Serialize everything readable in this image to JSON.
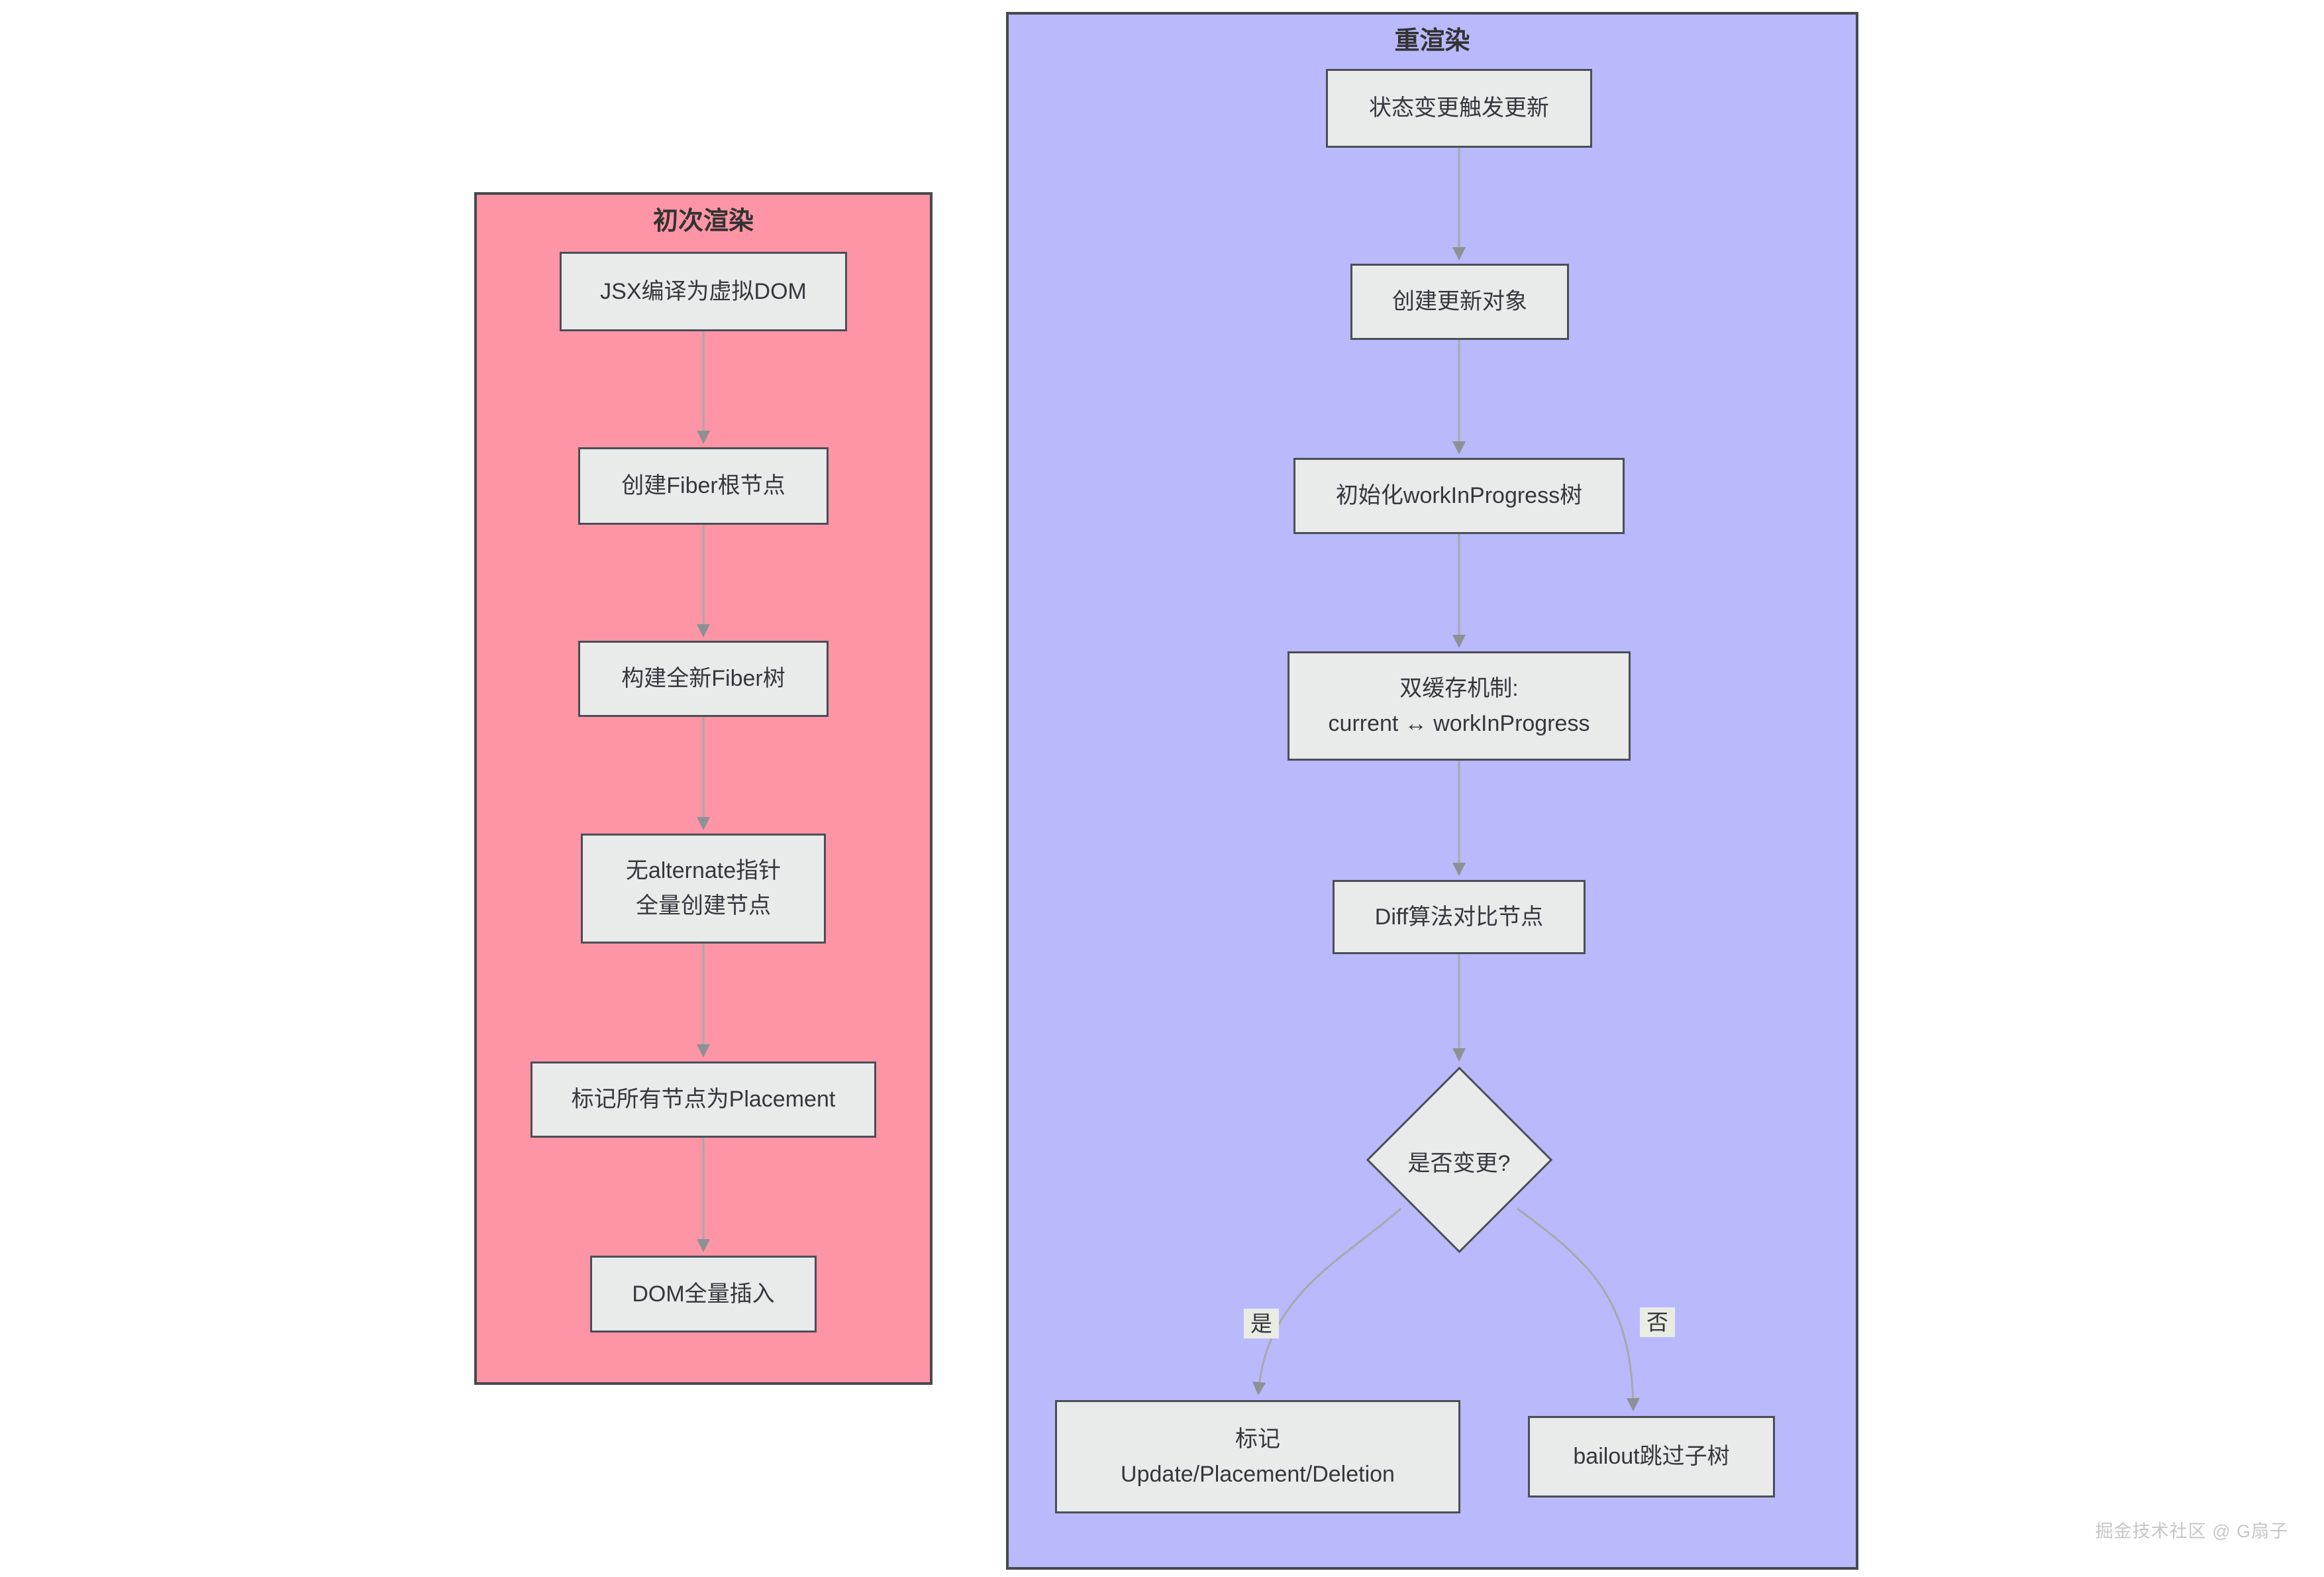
{
  "watermark": "掘金技术社区 @ G扇子",
  "initial_render": {
    "title": "初次渲染",
    "steps": [
      "JSX编译为虚拟DOM",
      "创建Fiber根节点",
      "构建全新Fiber树",
      "无alternate指针\n全量创建节点",
      "标记所有节点为Placement",
      "DOM全量插入"
    ]
  },
  "rerender": {
    "title": "重渲染",
    "steps": [
      "状态变更触发更新",
      "创建更新对象",
      "初始化workInProgress树",
      "双缓存机制:\ncurrent ↔ workInProgress",
      "Diff算法对比节点"
    ],
    "decision": "是否变更?",
    "branches": {
      "yes": {
        "label": "是",
        "target": "标记\nUpdate/Placement/Deletion"
      },
      "no": {
        "label": "否",
        "target": "bailout跳过子树"
      }
    }
  },
  "colors": {
    "initial_panel_fill": "#fd95a6",
    "rerender_panel_fill": "#b9b9fc",
    "node_fill": "#e9ebeb",
    "node_border": "#4a4f55",
    "panel_border": "#464a50",
    "arrow": "#a6a9ab",
    "text": "#34383d",
    "edge_label_bg": "#e9ece3",
    "watermark_text": "#c6c6c6"
  }
}
